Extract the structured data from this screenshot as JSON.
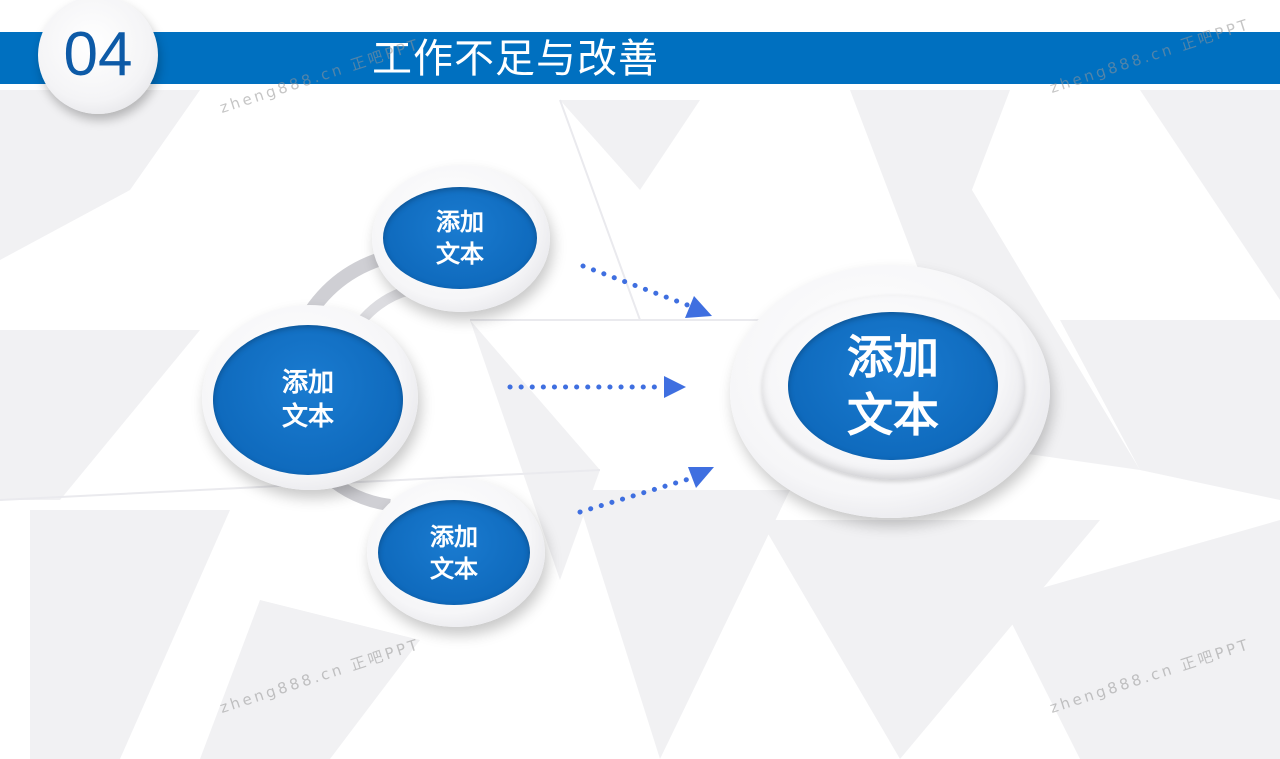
{
  "header": {
    "section_number": "04",
    "title": "工作不足与改善"
  },
  "diagram": {
    "source_nodes": [
      {
        "line1": "添加",
        "line2": "文本"
      },
      {
        "line1": "添加",
        "line2": "文本"
      },
      {
        "line1": "添加",
        "line2": "文本"
      }
    ],
    "target_node": {
      "line1": "添加",
      "line2": "文本"
    }
  },
  "watermark": "zheng888.cn 正吧PPT",
  "colors": {
    "accent": "#0070c0",
    "arrow": "#3f6fe0"
  }
}
